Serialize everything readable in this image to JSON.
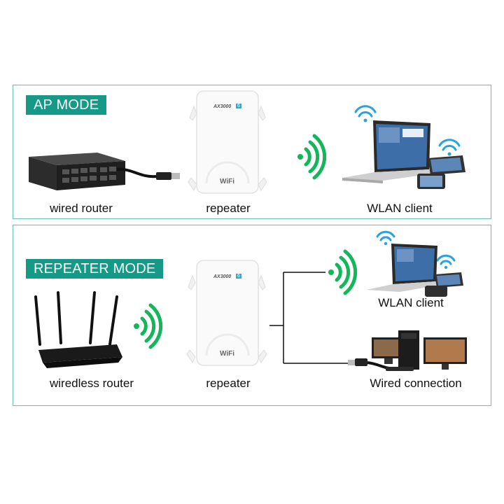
{
  "ap_mode": {
    "title": "AP MODE",
    "captions": {
      "source": "wired router",
      "middle": "repeater",
      "client": "WLAN client"
    }
  },
  "repeater_mode": {
    "title": "REPEATER MODE",
    "captions": {
      "source": "wiredless router",
      "middle": "repeater",
      "client": "WLAN client",
      "wired": "Wired connection"
    }
  },
  "device": {
    "model": "AX3000",
    "badge": "6",
    "wifi_logo": "WiFi",
    "subtitle": "Dual-band WiFi Range Extender"
  },
  "colors": {
    "accent": "#149a86",
    "border": "#6fbfae",
    "signal": "#14b65a",
    "wifi_icon": "#2aa3dd"
  },
  "icons": [
    "wifi-signal-icon",
    "wifi-icon",
    "ethernet-cable-icon"
  ]
}
